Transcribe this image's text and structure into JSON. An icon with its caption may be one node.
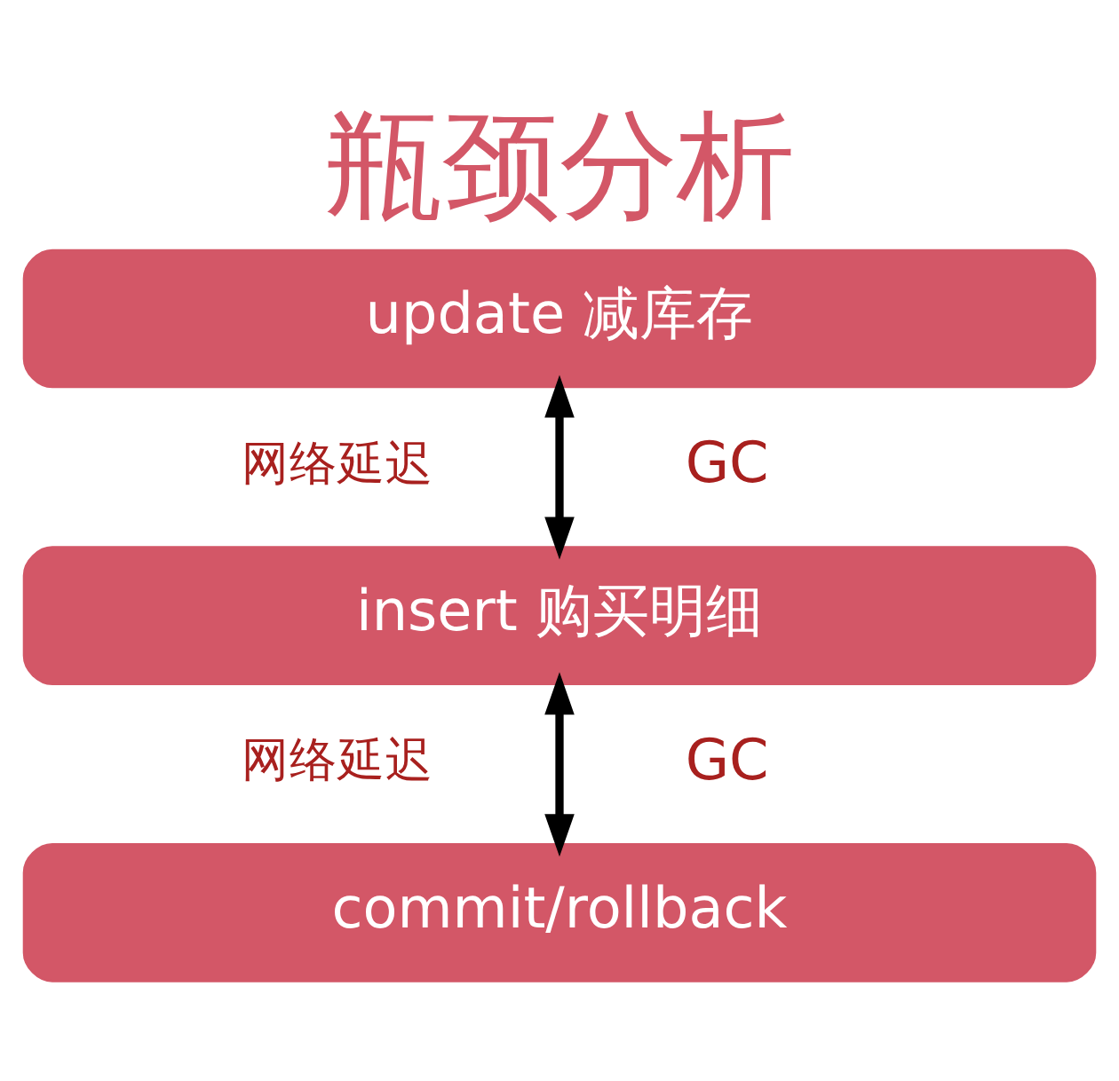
{
  "diagram": {
    "title": "瓶颈分析",
    "nodes": [
      {
        "text": [
          "update 减库存"
        ]
      },
      {
        "text": [
          "insert 购买明细"
        ]
      },
      {
        "text": [
          "commit/rollback"
        ]
      }
    ],
    "edges": [
      {
        "from": 0,
        "to": 1,
        "arrow": "both"
      },
      {
        "from": 1,
        "to": 2,
        "arrow": "both"
      }
    ],
    "labels": [
      "网络延迟",
      "GC",
      "网络延迟",
      "GC"
    ]
  }
}
